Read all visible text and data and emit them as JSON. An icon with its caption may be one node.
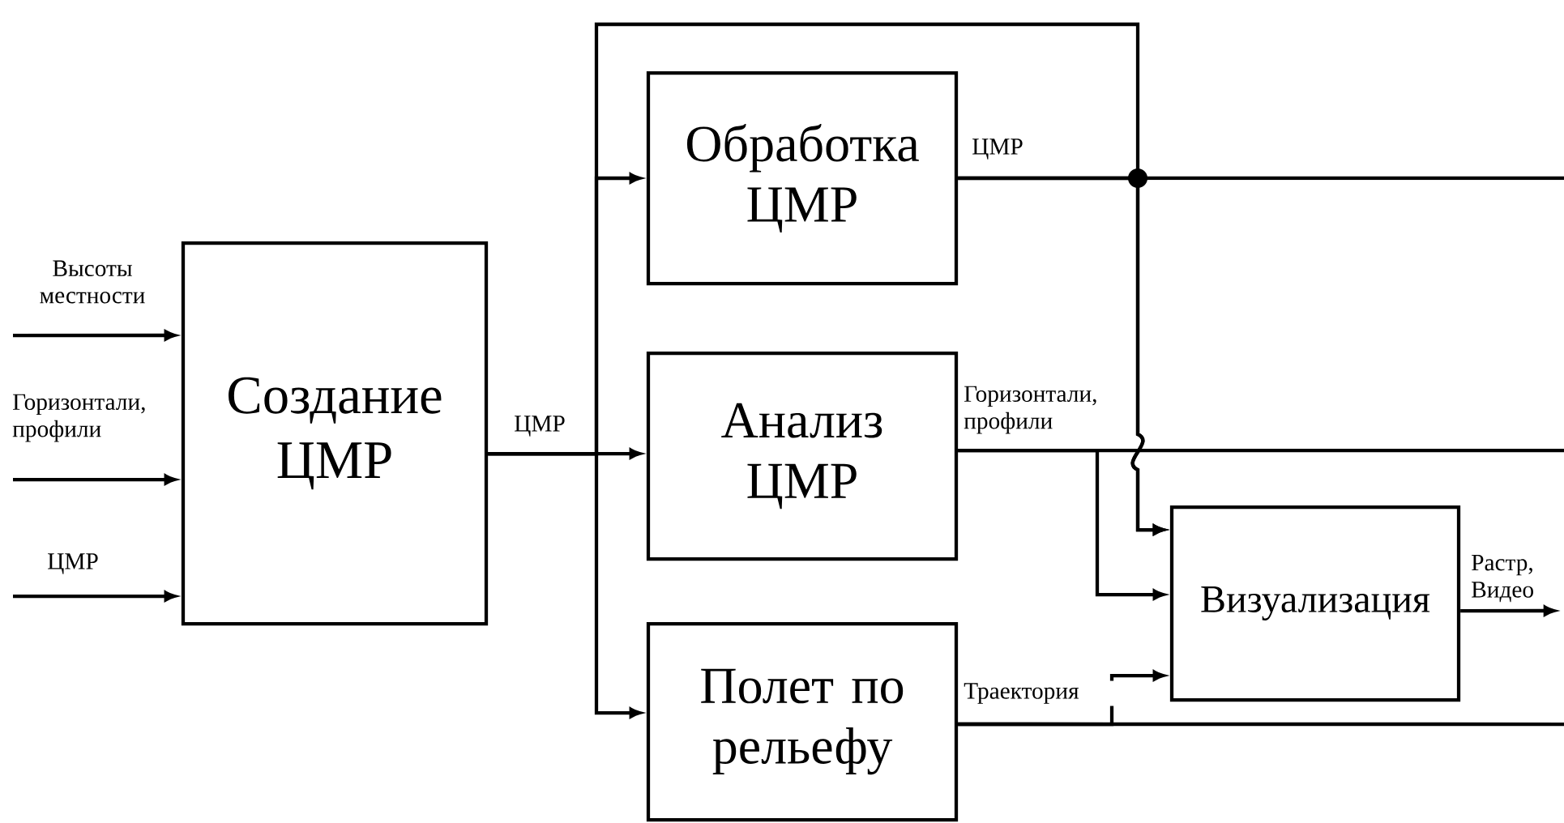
{
  "diagram": {
    "nodes": [
      {
        "text": [
          "Создание ЦМР"
        ]
      },
      {
        "text": [
          "Обработка ЦМР"
        ]
      },
      {
        "text": [
          "Анализ ЦМР"
        ]
      },
      {
        "text": [
          "Полет по рельефу"
        ]
      },
      {
        "text": [
          "Визуализация"
        ]
      }
    ],
    "edges": [
      {
        "from": null,
        "to": 0,
        "arrow": "to",
        "label": "Высоты местности"
      },
      {
        "from": null,
        "to": 0,
        "arrow": "to",
        "label": "Горизонтали, профили"
      },
      {
        "from": null,
        "to": 0,
        "arrow": "to",
        "label": "ЦМР"
      },
      {
        "from": 0,
        "to": 1,
        "arrow": "to"
      },
      {
        "from": 0,
        "to": 2,
        "arrow": "to",
        "label": "ЦМР"
      },
      {
        "from": 0,
        "to": 3,
        "arrow": "to"
      },
      {
        "from": 0,
        "to": 4,
        "arrow": "to"
      },
      {
        "from": 1,
        "to": 4,
        "arrow": "to"
      },
      {
        "from": 1,
        "to": null,
        "arrow": "none",
        "label": "ЦМР"
      },
      {
        "from": 2,
        "to": null,
        "arrow": "none",
        "label": "Горизонтали, профили"
      },
      {
        "from": 2,
        "to": 4,
        "arrow": "to"
      },
      {
        "from": 3,
        "to": null,
        "arrow": "none",
        "label": "Траектория"
      },
      {
        "from": 3,
        "to": 4,
        "arrow": "to"
      },
      {
        "from": 4,
        "to": null,
        "arrow": "to",
        "label": "Растр, Видео"
      }
    ]
  }
}
